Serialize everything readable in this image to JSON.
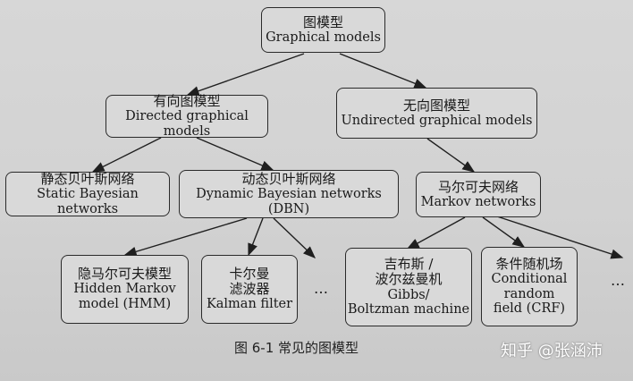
{
  "nodes": {
    "root": {
      "zh": "图模型",
      "en": "Graphical models"
    },
    "directed": {
      "zh": "有向图模型",
      "en": "Directed graphical models"
    },
    "undirected": {
      "zh": "无向图模型",
      "en": "Undirected graphical models"
    },
    "static_bn": {
      "zh": "静态贝叶斯网络",
      "en": "Static Bayesian networks"
    },
    "dbn": {
      "zh": "动态贝叶斯网络",
      "en": "Dynamic Bayesian networks (DBN)"
    },
    "markov_net": {
      "zh": "马尔可夫网络",
      "en": "Markov networks"
    },
    "hmm": {
      "lines": [
        "隐马尔可夫模型",
        "Hidden Markov",
        "model (HMM)"
      ]
    },
    "kalman": {
      "lines": [
        "卡尔曼",
        "滤波器",
        "Kalman filter"
      ]
    },
    "gibbs": {
      "lines": [
        "吉布斯 /",
        "波尔兹曼机",
        "Gibbs/",
        "Boltzman machine"
      ]
    },
    "crf": {
      "lines": [
        "条件随机场",
        "Conditional",
        "random",
        "field (CRF)"
      ]
    }
  },
  "ellipsis": "…",
  "ellipsis_right": "…",
  "caption": "图 6-1    常见的图模型",
  "watermark": "知乎 @张涵沛"
}
